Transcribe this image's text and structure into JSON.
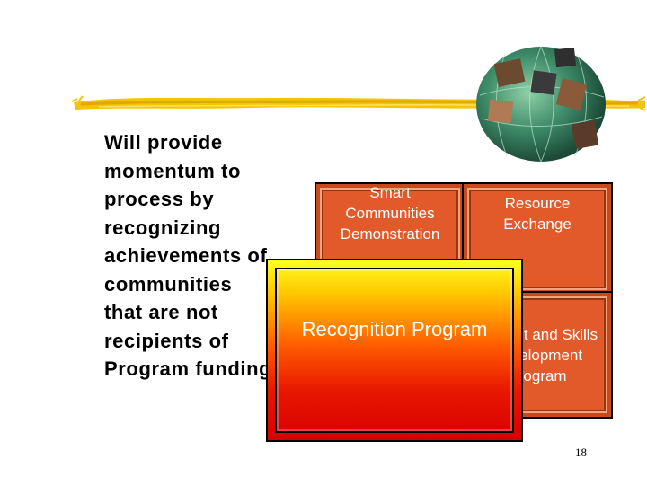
{
  "body_text": "Will provide momentum to process by recognizing achievements of communities that are not recipients of Program funding",
  "boxes": {
    "smart": "Smart Communities Demonstration",
    "resource": "Resource Exchange",
    "recognition": "Recognition Program",
    "toolkit": "Tool-Kit and Skills Development Program"
  },
  "page_number": "18",
  "colors": {
    "box_orange": "#e2592a",
    "accent_yellow": "#f5c400"
  },
  "icons": {
    "decoration": "yellow-brush-stroke",
    "image": "globe-collage"
  }
}
